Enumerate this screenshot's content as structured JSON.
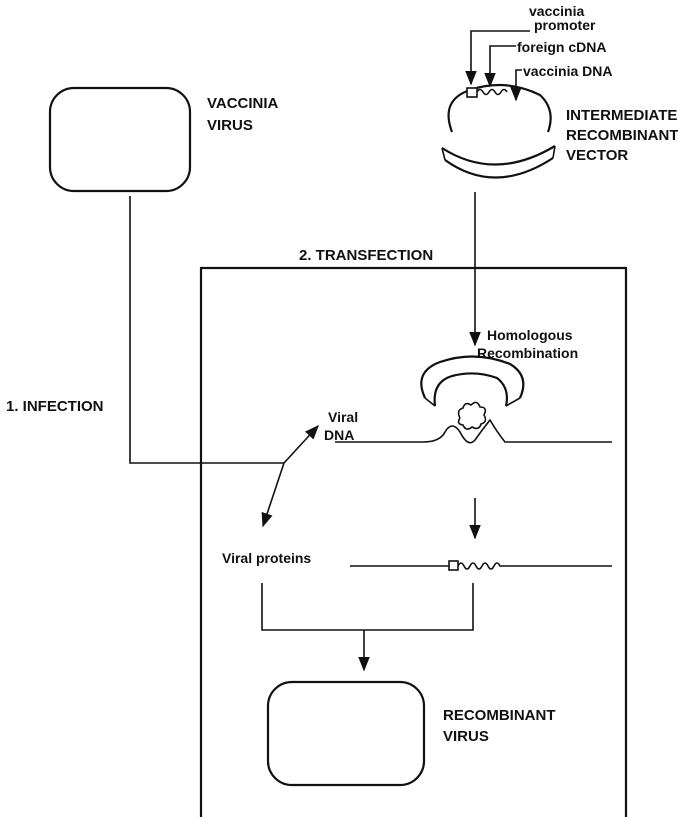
{
  "labels": {
    "vaccinia_virus_1": "VACCINIA",
    "vaccinia_virus_2": "VIRUS",
    "vaccinia_promoter_1": "vaccinia",
    "vaccinia_promoter_2": "promoter",
    "foreign_cdna": "foreign cDNA",
    "vaccinia_dna": "vaccinia DNA",
    "intermediate_1": "INTERMEDIATE",
    "intermediate_2": "RECOMBINANT",
    "intermediate_3": "VECTOR",
    "transfection": "2. TRANSFECTION",
    "infection": "1. INFECTION",
    "homologous_1": "Homologous",
    "homologous_2": "Recombination",
    "viral_dna_1": "Viral",
    "viral_dna_2": "DNA",
    "viral_proteins": "Viral  proteins",
    "recombinant_virus_1": "RECOMBINANT",
    "recombinant_virus_2": "VIRUS"
  },
  "colors": {
    "ink": "#111111",
    "background": "#ffffff"
  }
}
